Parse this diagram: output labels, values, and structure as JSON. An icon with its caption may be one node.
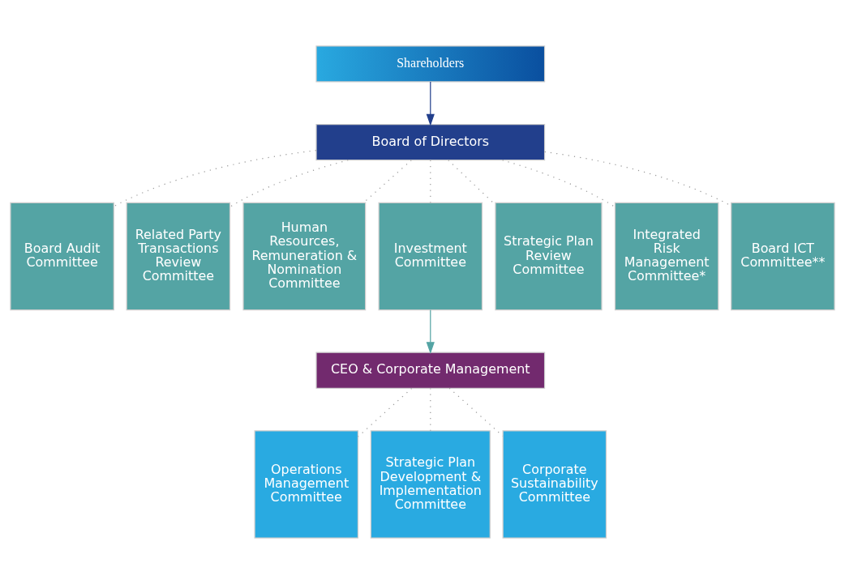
{
  "diagram": {
    "nodes": [
      {
        "text": [
          "Shareholders"
        ]
      },
      {
        "text": [
          "Board of Directors"
        ]
      },
      {
        "text": [
          "Board Audit Committee"
        ]
      },
      {
        "text": [
          "Related Party Transactions Review Committee"
        ]
      },
      {
        "text": [
          "Human Resources, Remuneration & Nomination Committee"
        ]
      },
      {
        "text": [
          "Investment Committee"
        ]
      },
      {
        "text": [
          "Strategic Plan Review Committee"
        ]
      },
      {
        "text": [
          "Integrated Risk Management Committee*"
        ]
      },
      {
        "text": [
          "Board ICT Committee**"
        ]
      },
      {
        "text": [
          "CEO & Corporate Management"
        ]
      },
      {
        "text": [
          "Operations Management Committee"
        ]
      },
      {
        "text": [
          "Strategic Plan Development & Implementation Committee"
        ]
      },
      {
        "text": [
          "Corporate Sustainability Committee"
        ]
      }
    ],
    "edges": [
      {
        "from": 0,
        "to": 1,
        "arrow": "to",
        "color": "#223f8c"
      },
      {
        "from": 1,
        "to": 2,
        "arrow": "none",
        "style": "dashed"
      },
      {
        "from": 1,
        "to": 3,
        "arrow": "none",
        "style": "dashed"
      },
      {
        "from": 1,
        "to": 4,
        "arrow": "none",
        "style": "dashed"
      },
      {
        "from": 1,
        "to": 5,
        "arrow": "none",
        "style": "dashed"
      },
      {
        "from": 1,
        "to": 6,
        "arrow": "none",
        "style": "dashed"
      },
      {
        "from": 1,
        "to": 7,
        "arrow": "none",
        "style": "dashed"
      },
      {
        "from": 1,
        "to": 8,
        "arrow": "none",
        "style": "dashed"
      },
      {
        "from": 5,
        "to": 9,
        "arrow": "to",
        "color": "#54a4a4"
      },
      {
        "from": 9,
        "to": 10,
        "arrow": "none",
        "style": "dashed"
      },
      {
        "from": 9,
        "to": 11,
        "arrow": "none",
        "style": "dashed"
      },
      {
        "from": 9,
        "to": 12,
        "arrow": "none",
        "style": "dashed"
      }
    ]
  }
}
